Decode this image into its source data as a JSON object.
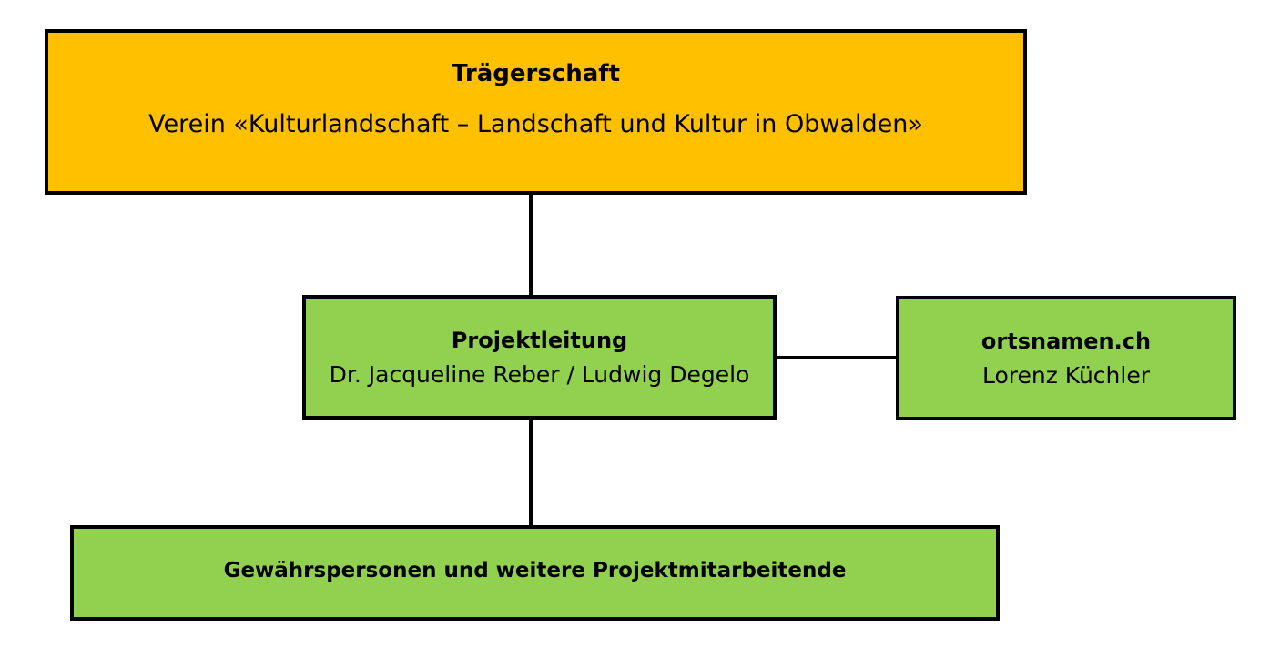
{
  "colors": {
    "traegerschaft_fill": "#FFC000",
    "green_fill": "#92D050",
    "border": "#000000",
    "connector": "#000000"
  },
  "traegerschaft": {
    "title": "Trägerschaft",
    "subtitle": "Verein «Kulturlandschaft – Landschaft und Kultur in Obwalden»"
  },
  "projektleitung": {
    "title": "Projektleitung",
    "subtitle": "Dr. Jacqueline Reber / Ludwig Degelo"
  },
  "ortsnamen": {
    "title": "ortsnamen.ch",
    "subtitle": "Lorenz Küchler"
  },
  "gewaehrspersonen": {
    "title": "Gewährspersonen und weitere Projektmitarbeitende"
  }
}
